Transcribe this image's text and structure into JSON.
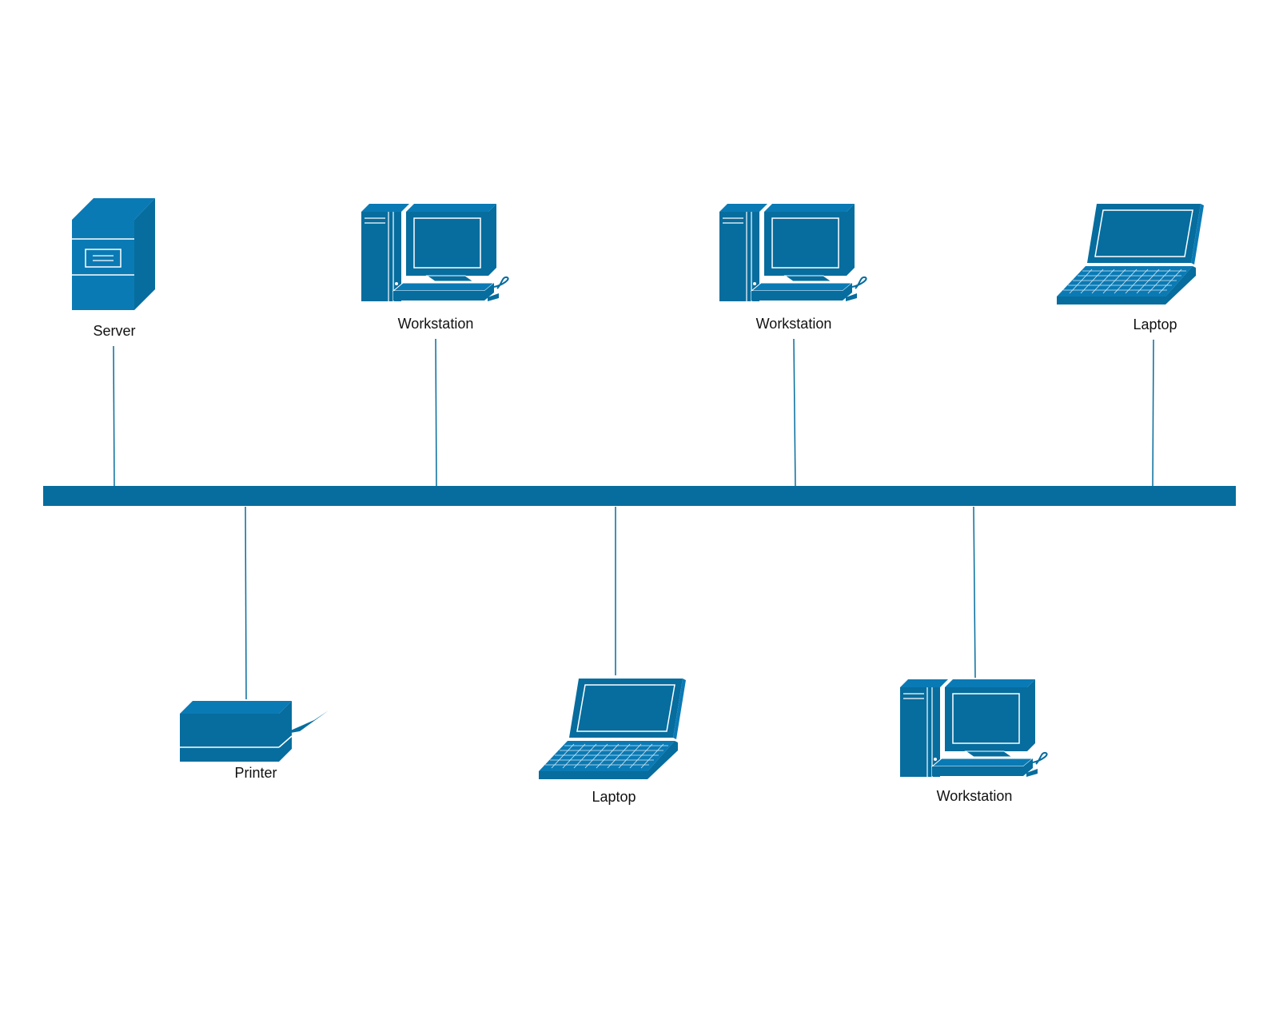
{
  "colors": {
    "device": "#066d9e",
    "device_light": "#0a7ab5",
    "detail": "#ffffff",
    "bus": "#066d9e",
    "link": "#066d9e",
    "label": "#111111"
  },
  "bus": {
    "name": "network-bus"
  },
  "nodes": [
    {
      "id": "server",
      "label": "Server",
      "icon": "server-icon",
      "side": "top"
    },
    {
      "id": "workstation-1",
      "label": "Workstation",
      "icon": "workstation-icon",
      "side": "top"
    },
    {
      "id": "workstation-2",
      "label": "Workstation",
      "icon": "workstation-icon",
      "side": "top"
    },
    {
      "id": "laptop-1",
      "label": "Laptop",
      "icon": "laptop-icon",
      "side": "top"
    },
    {
      "id": "printer",
      "label": "Printer",
      "icon": "printer-icon",
      "side": "bottom"
    },
    {
      "id": "laptop-2",
      "label": "Laptop",
      "icon": "laptop-icon",
      "side": "bottom"
    },
    {
      "id": "workstation-3",
      "label": "Workstation",
      "icon": "workstation-icon",
      "side": "bottom"
    }
  ]
}
